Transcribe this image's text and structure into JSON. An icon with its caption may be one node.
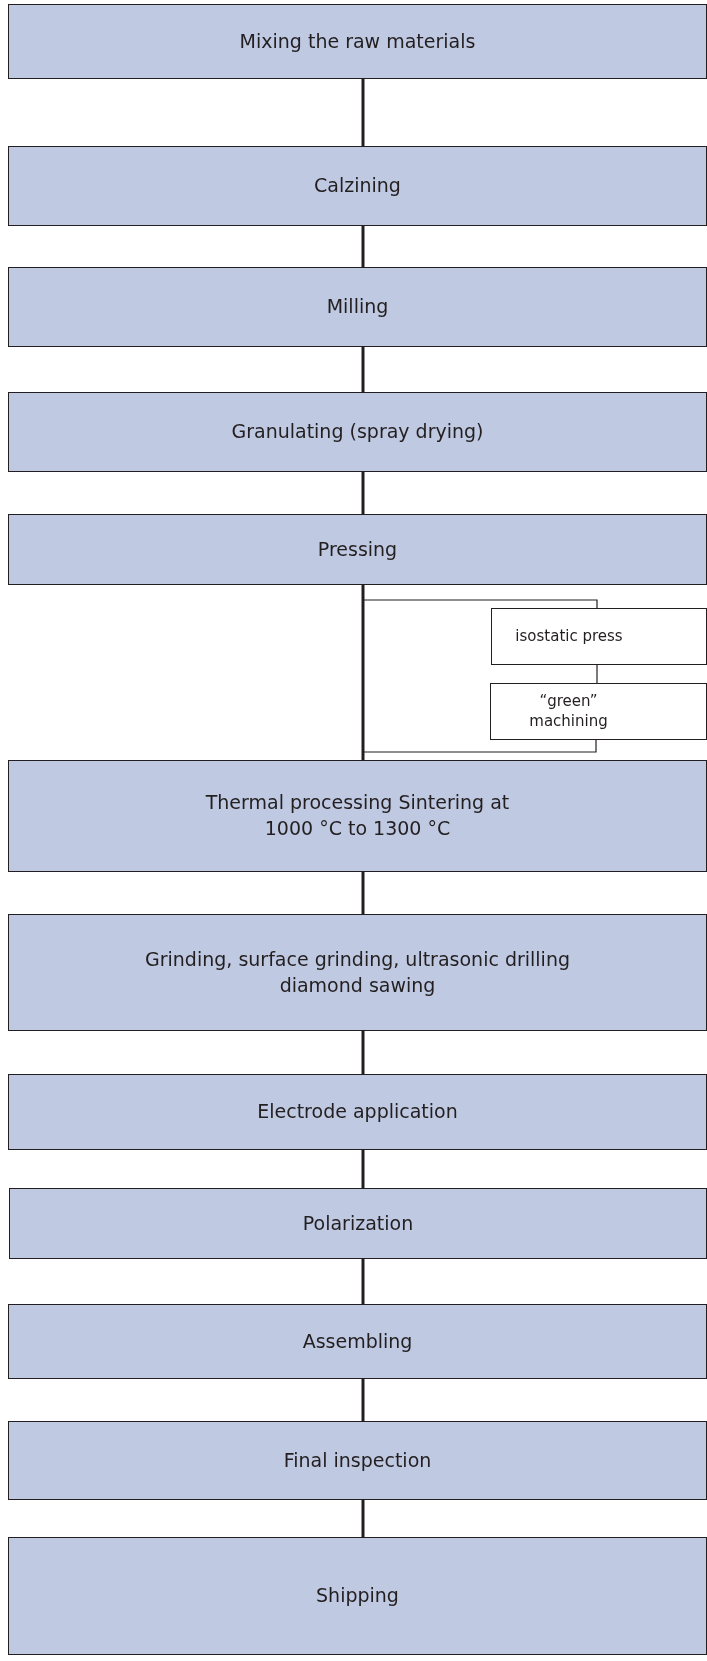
{
  "diagram": {
    "nodes": [
      {
        "text": [
          "Mixing the raw materials"
        ]
      },
      {
        "text": [
          "Calzining"
        ]
      },
      {
        "text": [
          "Milling"
        ]
      },
      {
        "text": [
          "Granulating (spray drying)"
        ]
      },
      {
        "text": [
          "Pressing"
        ]
      },
      {
        "text": [
          "isostatic press"
        ]
      },
      {
        "text": [
          "“green” machining"
        ]
      },
      {
        "text": [
          "Thermal processing Sintering at 1000 °C to 1300 °C"
        ]
      },
      {
        "text": [
          "Grinding, surface grinding, ultrasonic drilling diamond sawing"
        ]
      },
      {
        "text": [
          "Electrode application"
        ]
      },
      {
        "text": [
          "Polarization"
        ]
      },
      {
        "text": [
          "Assembling"
        ]
      },
      {
        "text": [
          "Final inspection"
        ]
      },
      {
        "text": [
          "Shipping"
        ]
      }
    ],
    "edges": [
      {
        "from": 0,
        "to": 1,
        "arrow": "none"
      },
      {
        "from": 1,
        "to": 2,
        "arrow": "none"
      },
      {
        "from": 2,
        "to": 3,
        "arrow": "none"
      },
      {
        "from": 3,
        "to": 4,
        "arrow": "none"
      },
      {
        "from": 4,
        "to": 7,
        "arrow": "none"
      },
      {
        "from": 4,
        "to": 5,
        "arrow": "none"
      },
      {
        "from": 5,
        "to": 6,
        "arrow": "none"
      },
      {
        "from": 6,
        "to": 7,
        "arrow": "none"
      },
      {
        "from": 7,
        "to": 8,
        "arrow": "none"
      },
      {
        "from": 8,
        "to": 9,
        "arrow": "none"
      },
      {
        "from": 9,
        "to": 10,
        "arrow": "none"
      },
      {
        "from": 10,
        "to": 11,
        "arrow": "none"
      },
      {
        "from": 11,
        "to": 12,
        "arrow": "none"
      },
      {
        "from": 12,
        "to": 13,
        "arrow": "none"
      }
    ]
  }
}
